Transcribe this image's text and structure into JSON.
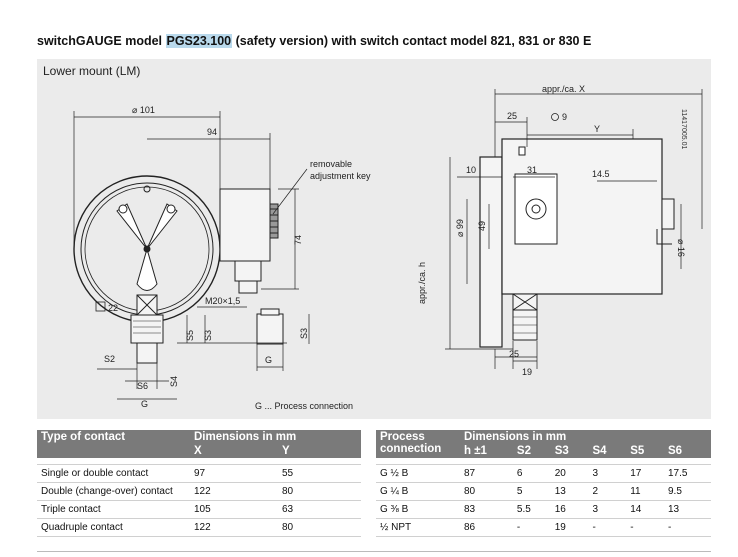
{
  "title": {
    "prefix": "switchGAUGE model ",
    "highlight": "PGS23.100",
    "suffix": " (safety version) with switch contact model 821, 831 or 830 E"
  },
  "drawing": {
    "mount_label": "Lower mount (LM)",
    "caption": "G ... Process connection",
    "doc_id": "11417005.01",
    "labels": {
      "dia101": "⌀ 101",
      "d94": "94",
      "removable": "removable",
      "adjustment_key": "adjustment key",
      "d74": "74",
      "m20": "M20×1,5",
      "sq22": "22",
      "s5": "S5",
      "s3a": "S3",
      "s3b": "S3",
      "s2": "S2",
      "s4": "S4",
      "s6": "S6",
      "g1": "G",
      "g2": "G",
      "appr_x": "appr./ca. X",
      "d25a": "25",
      "o9": "9",
      "y": "Y",
      "d10": "10",
      "d31": "31",
      "d14_5": "14.5",
      "dia99": "⌀ 99",
      "d49": "49",
      "appr_h": "appr./ca. h",
      "d25b": "25",
      "d19": "19",
      "dia16": "⌀ 16"
    }
  },
  "contact_table": {
    "header": {
      "col1": "Type of contact",
      "col2": "Dimensions in mm"
    },
    "subheader": {
      "x": "X",
      "y": "Y"
    },
    "rows": [
      {
        "type": "Single or double contact",
        "x": "97",
        "y": "55"
      },
      {
        "type": "Double (change-over) contact",
        "x": "122",
        "y": "80"
      },
      {
        "type": "Triple contact",
        "x": "105",
        "y": "63"
      },
      {
        "type": "Quadruple contact",
        "x": "122",
        "y": "80"
      }
    ]
  },
  "process_table": {
    "header": {
      "col1a": "Process",
      "col1b": "connection",
      "col2": "Dimensions in mm"
    },
    "subheader": {
      "h": "h ±1",
      "s2": "S2",
      "s3": "S3",
      "s4": "S4",
      "s5": "S5",
      "s6": "S6"
    },
    "rows": [
      {
        "conn": "G ½ B",
        "h": "87",
        "s2": "6",
        "s3": "20",
        "s4": "3",
        "s5": "17",
        "s6": "17.5"
      },
      {
        "conn": "G ¼ B",
        "h": "80",
        "s2": "5",
        "s3": "13",
        "s4": "2",
        "s5": "11",
        "s6": "9.5"
      },
      {
        "conn": "G ⅜ B",
        "h": "83",
        "s2": "5.5",
        "s3": "16",
        "s4": "3",
        "s5": "14",
        "s6": "13"
      },
      {
        "conn": "½ NPT",
        "h": "86",
        "s2": "-",
        "s3": "19",
        "s4": "-",
        "s5": "-",
        "s6": "-"
      }
    ]
  }
}
